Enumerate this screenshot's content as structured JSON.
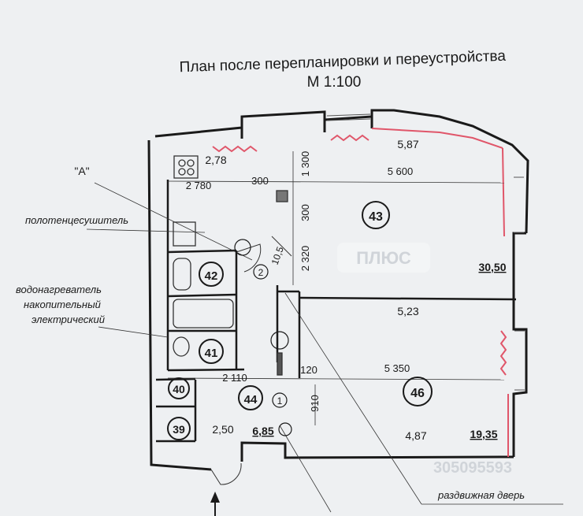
{
  "title": {
    "line1": "План после  перепланировки и переустройства",
    "line2": "М 1:100"
  },
  "callouts": {
    "section_a": "\"А\"",
    "towel_dryer": "полотенцесушитель",
    "water_heater_1": "водонагреватель",
    "water_heater_2": "накопительный",
    "water_heater_3": "электрический",
    "sliding_door": "раздвижная дверь"
  },
  "rooms": {
    "r39": "39",
    "r40": "40",
    "r41": "41",
    "r42": "42",
    "r43": "43",
    "r44": "44",
    "r46": "46"
  },
  "areas": {
    "kitchen": "2,78",
    "room43_top": "5,87",
    "room43_total": "30,50",
    "room46_top": "5,23",
    "room46_bottom": "4,87",
    "room46_total": "19,35",
    "hall": "2,50",
    "hall_total": "6,85"
  },
  "dims": {
    "d2780": "2 780",
    "d300a": "300",
    "d5600": "5 600",
    "d1300": "1 300",
    "d300b": "300",
    "d2320": "2 320",
    "d2110": "2 110",
    "d120": "120",
    "d5350": "5 350",
    "d910": "910",
    "d10_5": "10,5"
  },
  "markers": {
    "m1": "1",
    "m2": "2"
  },
  "watermark": {
    "text1": "ПЛЮС",
    "text2": "305095593"
  },
  "colors": {
    "wall": "#1a1a1a",
    "demolished": "#e0566a",
    "paper": "#eef0f2"
  }
}
